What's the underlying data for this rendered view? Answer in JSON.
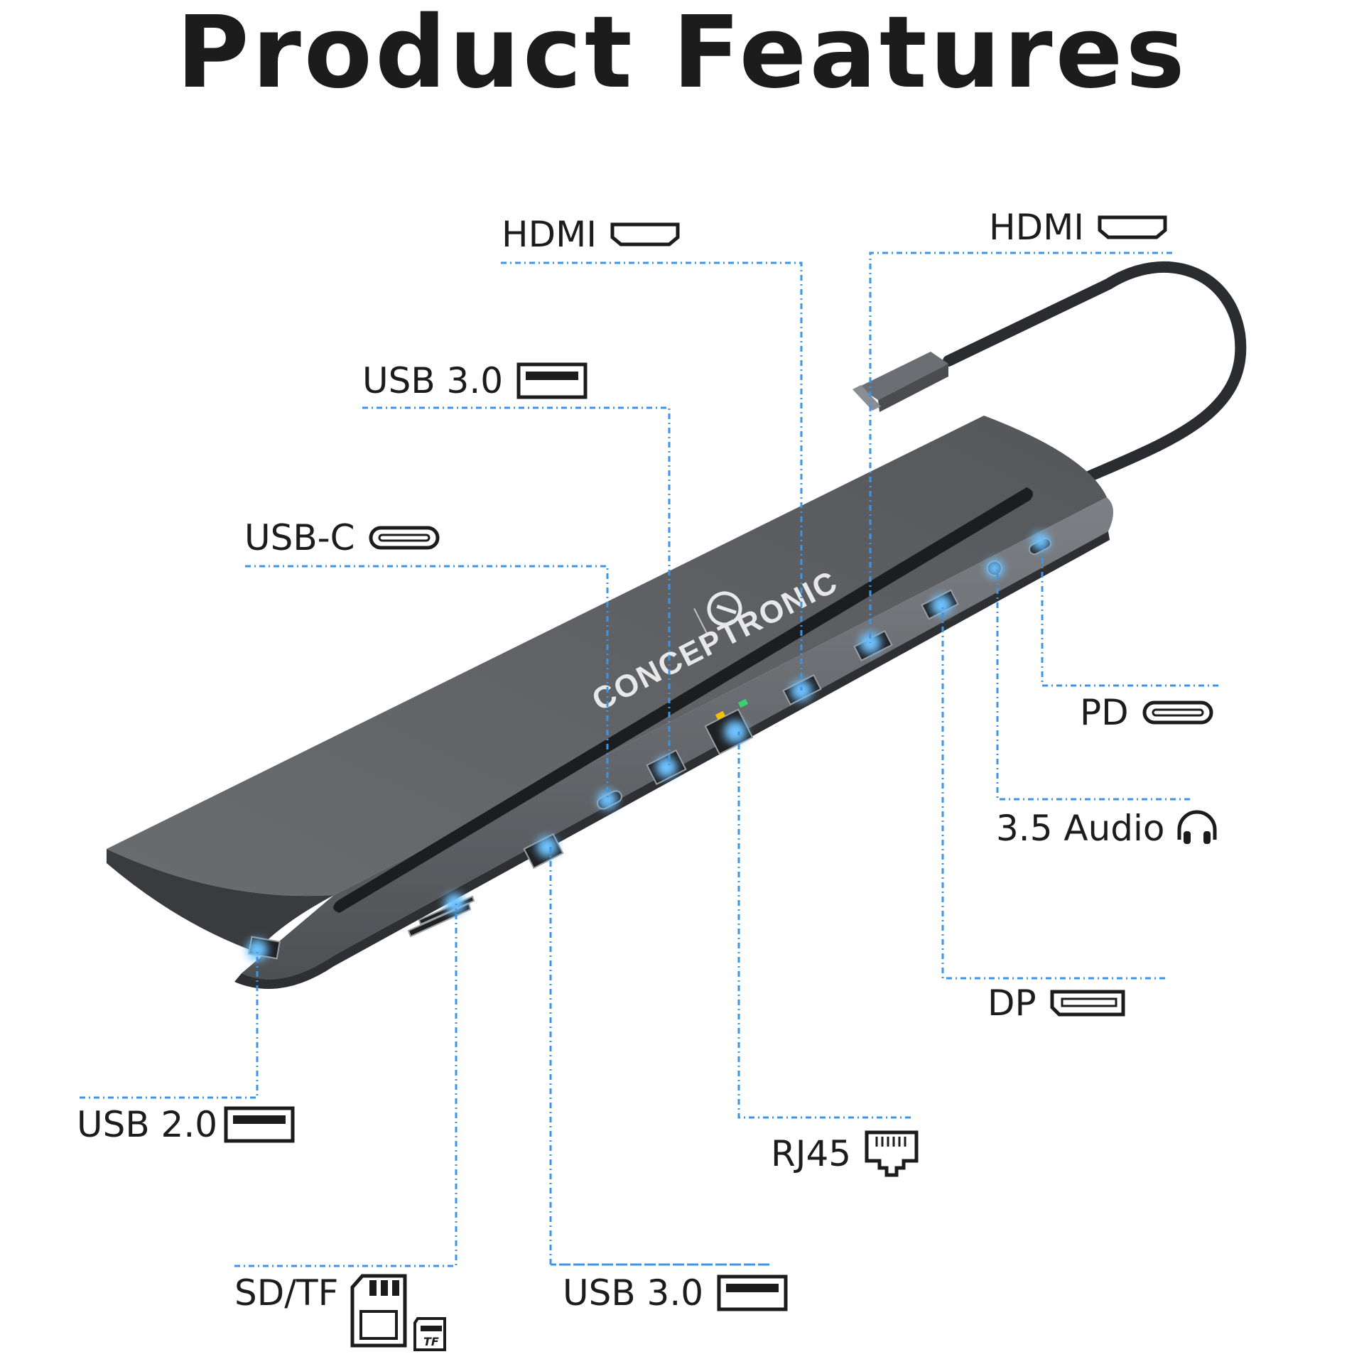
{
  "title": "Product Features",
  "brand": "CONCEPTRONIC",
  "colors": {
    "accent_line": "#3d95e6",
    "port_glow": "#6fc3ff",
    "body": "#5c5e62",
    "text": "#1c1c1c"
  },
  "callouts": [
    {
      "id": "hdmi-1",
      "label": "HDMI",
      "icon": "hdmi-port-icon"
    },
    {
      "id": "hdmi-2",
      "label": "HDMI",
      "icon": "hdmi-port-icon"
    },
    {
      "id": "usb30-top",
      "label": "USB 3.0",
      "icon": "usb-a-port-icon"
    },
    {
      "id": "usbc",
      "label": "USB-C",
      "icon": "usb-c-port-icon"
    },
    {
      "id": "pd",
      "label": "PD",
      "icon": "usb-c-port-icon"
    },
    {
      "id": "audio",
      "label": "3.5 Audio",
      "icon": "headphones-icon"
    },
    {
      "id": "dp",
      "label": "DP",
      "icon": "displayport-icon"
    },
    {
      "id": "usb20",
      "label": "USB 2.0",
      "icon": "usb-a-port-icon"
    },
    {
      "id": "rj45",
      "label": "RJ45",
      "icon": "ethernet-port-icon"
    },
    {
      "id": "sdtf",
      "label": "SD/TF",
      "icon": "sd-card-icon"
    },
    {
      "id": "usb30-bottom",
      "label": "USB 3.0",
      "icon": "usb-a-port-icon"
    }
  ]
}
